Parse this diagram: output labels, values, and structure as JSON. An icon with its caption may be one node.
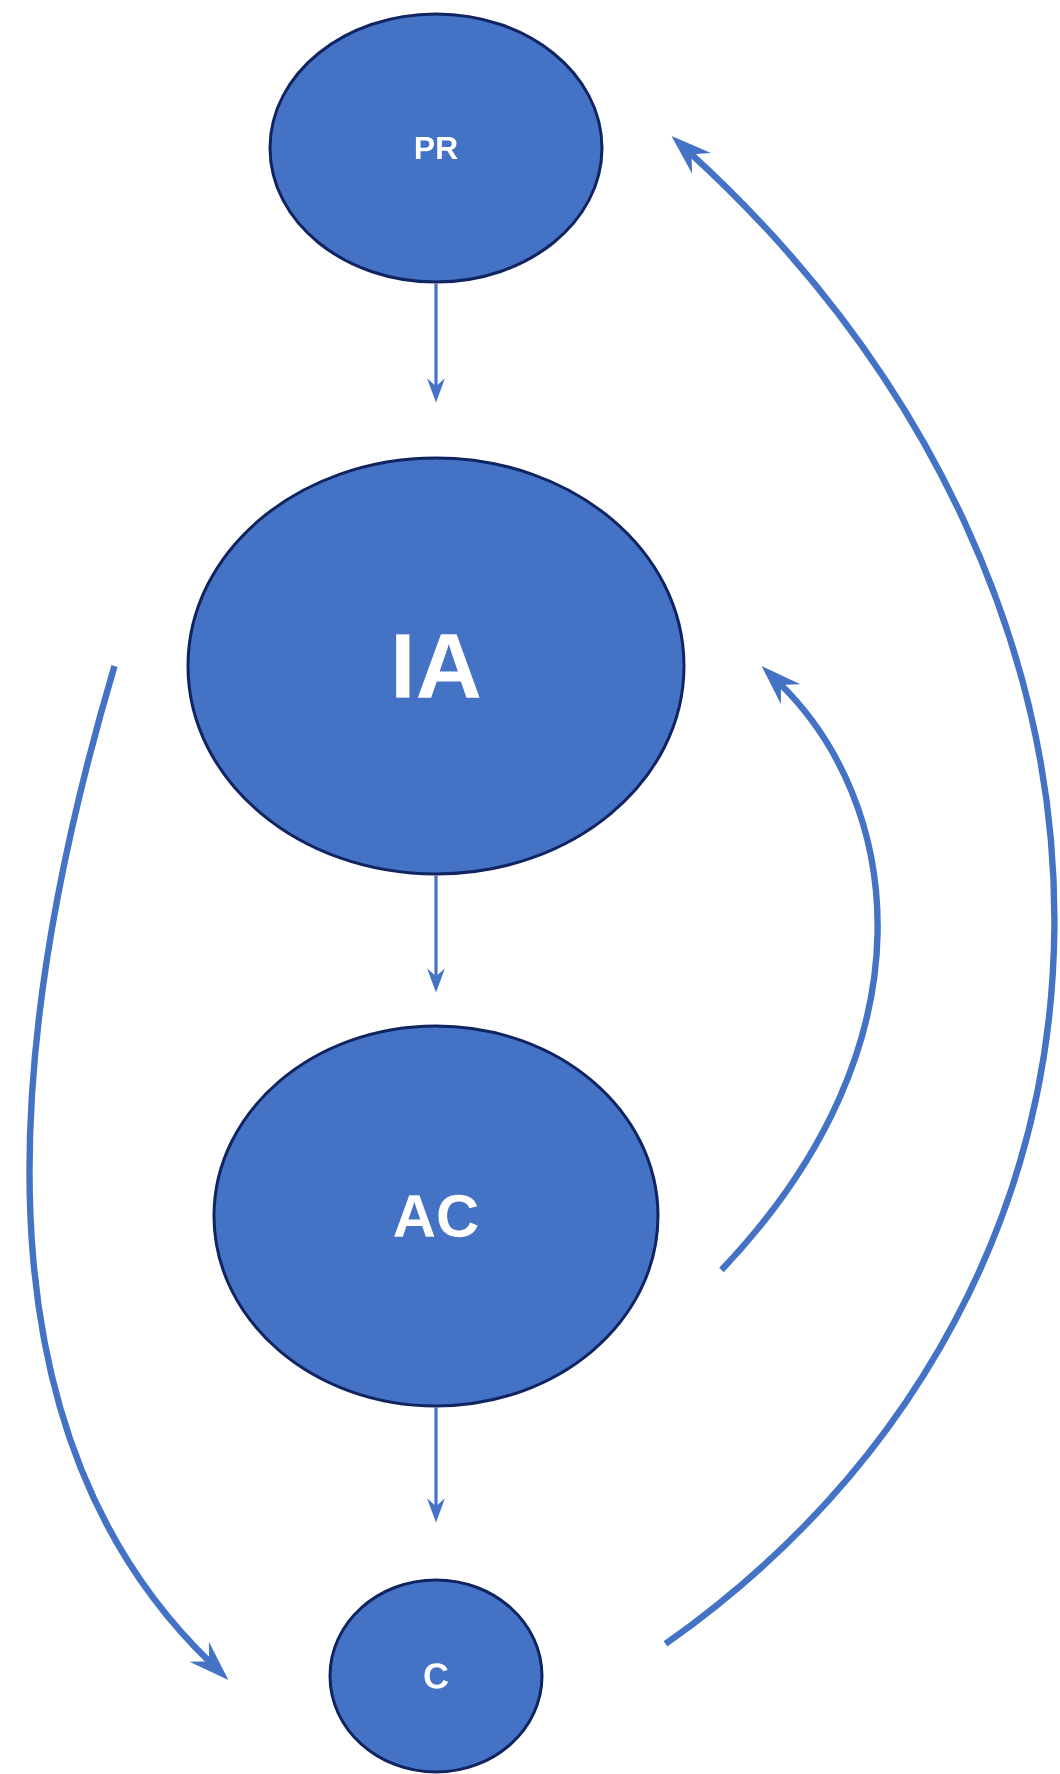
{
  "diagram": {
    "nodes": [
      {
        "text": [
          "PR"
        ]
      },
      {
        "text": [
          "IA"
        ]
      },
      {
        "text": [
          "AC"
        ]
      },
      {
        "text": [
          "C"
        ]
      }
    ],
    "edges": [
      {
        "from": 0,
        "to": 1,
        "arrow": "to"
      },
      {
        "from": 1,
        "to": 2,
        "arrow": "to"
      },
      {
        "from": 2,
        "to": 3,
        "arrow": "to"
      },
      {
        "from": 1,
        "to": 3,
        "arrow": "to",
        "style": "thick"
      },
      {
        "from": 2,
        "to": 1,
        "arrow": "to",
        "style": "thick"
      },
      {
        "from": 3,
        "to": 0,
        "arrow": "to",
        "style": "thick"
      }
    ]
  }
}
